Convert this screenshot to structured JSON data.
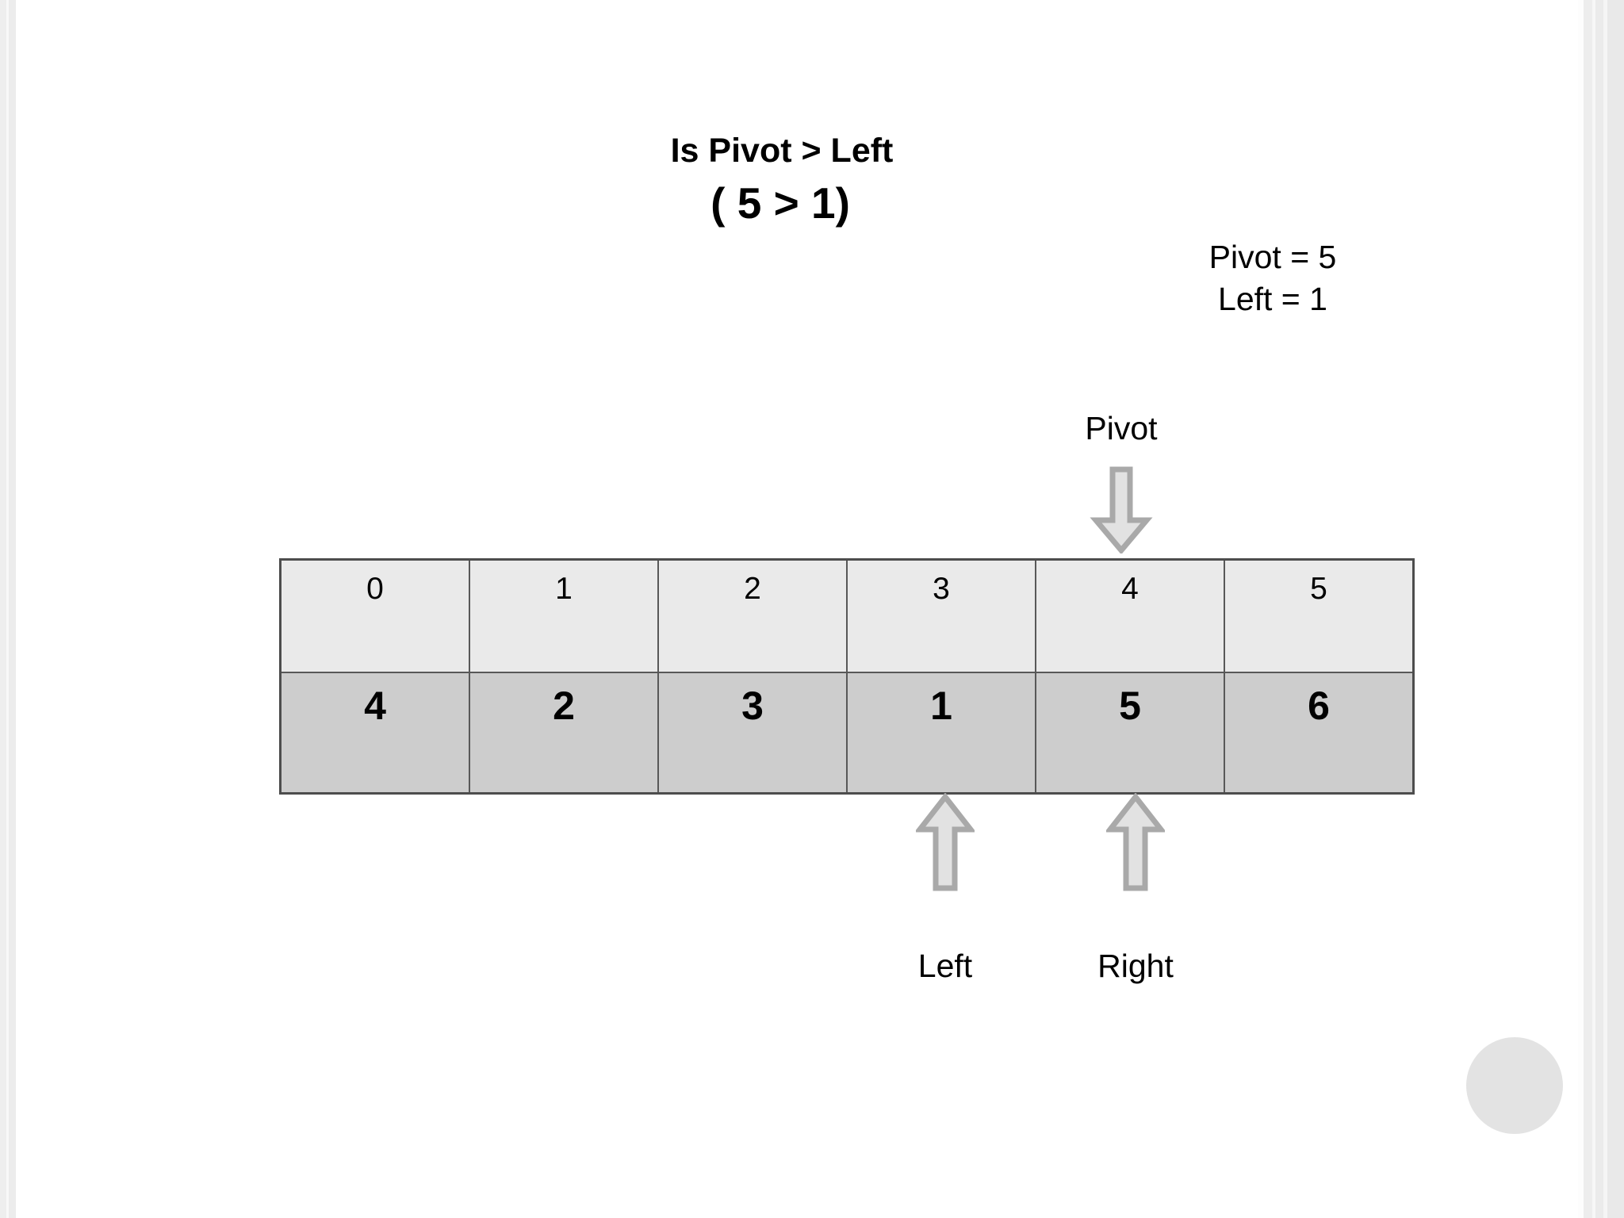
{
  "slide": {
    "title": "Is Pivot > Left",
    "subtitle": "( 5 > 1)",
    "background_color": "#ffffff"
  },
  "variables": {
    "pivot_line": "Pivot = 5",
    "left_line": "Left = 1",
    "pivot_value": 5,
    "left_value": 1
  },
  "array": {
    "index_header": [
      "0",
      "1",
      "2",
      "3",
      "4",
      "5"
    ],
    "values": [
      "4",
      "2",
      "3",
      "1",
      "5",
      "6"
    ],
    "index_row_bg": "#eaeaea",
    "value_row_bg": "#cdcdcd",
    "border_color": "#4d4d4d"
  },
  "markers": {
    "pivot": {
      "label": "Pivot",
      "direction": "down",
      "target_index": 4,
      "arrow_fill": "#e2e2e2",
      "arrow_stroke": "#a9a9a9"
    },
    "left": {
      "label": "Left",
      "direction": "up",
      "target_index": 3,
      "arrow_fill": "#e2e2e2",
      "arrow_stroke": "#a9a9a9"
    },
    "right": {
      "label": "Right",
      "direction": "up",
      "target_index": 4,
      "arrow_fill": "#e2e2e2",
      "arrow_stroke": "#a9a9a9"
    }
  },
  "decoration": {
    "corner_circle_color": "#e3e3e3"
  }
}
